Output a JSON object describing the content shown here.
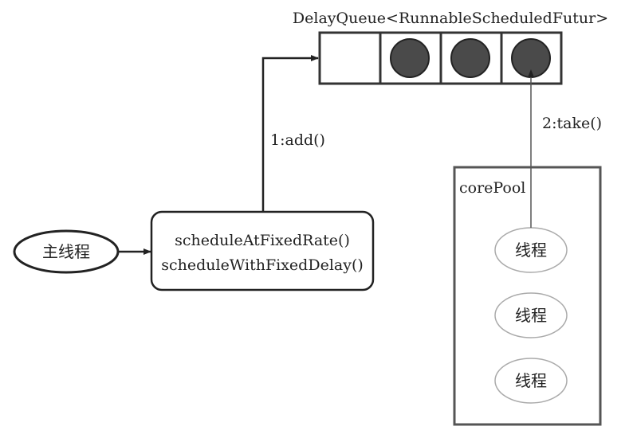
{
  "queue": {
    "title": "DelayQueue<RunnableScheduledFutur>",
    "slots": [
      {
        "filled": false
      },
      {
        "filled": true
      },
      {
        "filled": true
      },
      {
        "filled": true
      }
    ]
  },
  "main_thread": {
    "label": "主线程"
  },
  "scheduler": {
    "line1": "scheduleAtFixedRate()",
    "line2": "scheduleWithFixedDelay()"
  },
  "add_arrow": {
    "label": "1:add()"
  },
  "take_arrow": {
    "label": "2:take()"
  },
  "core_pool": {
    "label": "corePool",
    "threads": [
      {
        "label": "线程"
      },
      {
        "label": "线程"
      },
      {
        "label": "线程"
      }
    ]
  },
  "colors": {
    "stroke": "#333333",
    "box_stroke": "#555555",
    "ball_fill": "#4a4a4a",
    "thread_stroke": "#aaaaaa",
    "text": "#222222"
  }
}
